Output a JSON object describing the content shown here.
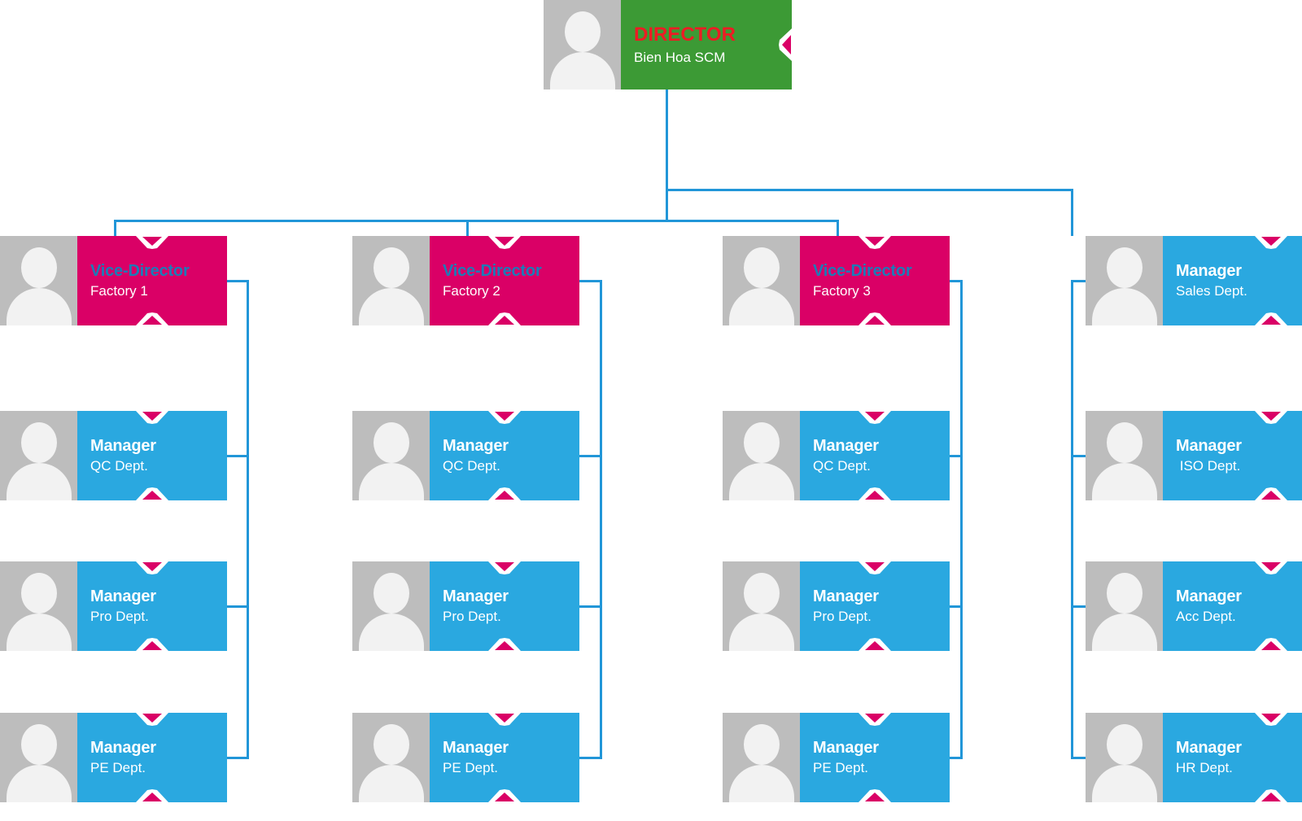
{
  "chart_data": {
    "type": "diagram",
    "diagram_kind": "organizational-chart",
    "title": "Bien Hoa SCM Organization Chart",
    "colors": {
      "director_box": "#3c9a35",
      "director_title": "#ed1c24",
      "vice_director_box": "#da0066",
      "vice_director_title": "#1b7cb8",
      "manager_box": "#2aa8e0",
      "manager_title": "#ffffff",
      "avatar": "#bdbdbd",
      "connector": "#2196d8",
      "marker": "#da0066"
    },
    "levels": [
      "Director",
      "Vice-Director / Manager",
      "Manager"
    ]
  },
  "root": {
    "title": "DIRECTOR",
    "subtitle": "Bien Hoa SCM",
    "style": "green"
  },
  "columns": [
    {
      "id": "factory-1",
      "head": {
        "title": "Vice-Director",
        "subtitle": "Factory 1",
        "style": "pink"
      },
      "children": [
        {
          "title": "Manager",
          "subtitle": "QC Dept.",
          "style": "blue"
        },
        {
          "title": "Manager",
          "subtitle": "Pro Dept.",
          "style": "blue"
        },
        {
          "title": "Manager",
          "subtitle": "PE Dept.",
          "style": "blue"
        }
      ]
    },
    {
      "id": "factory-2",
      "head": {
        "title": "Vice-Director",
        "subtitle": "Factory 2",
        "style": "pink"
      },
      "children": [
        {
          "title": "Manager",
          "subtitle": "QC Dept.",
          "style": "blue"
        },
        {
          "title": "Manager",
          "subtitle": "Pro Dept.",
          "style": "blue"
        },
        {
          "title": "Manager",
          "subtitle": "PE Dept.",
          "style": "blue"
        }
      ]
    },
    {
      "id": "factory-3",
      "head": {
        "title": "Vice-Director",
        "subtitle": "Factory 3",
        "style": "pink"
      },
      "children": [
        {
          "title": "Manager",
          "subtitle": "QC Dept.",
          "style": "blue"
        },
        {
          "title": "Manager",
          "subtitle": "Pro Dept.",
          "style": "blue"
        },
        {
          "title": "Manager",
          "subtitle": "PE Dept.",
          "style": "blue"
        }
      ]
    },
    {
      "id": "staff-departments",
      "head": {
        "title": "Manager",
        "subtitle": "Sales Dept.",
        "style": "blue"
      },
      "children": [
        {
          "title": "Manager",
          "subtitle": " ISO Dept.",
          "style": "blue"
        },
        {
          "title": "Manager",
          "subtitle": "Acc Dept.",
          "style": "blue"
        },
        {
          "title": "Manager",
          "subtitle": "HR Dept.",
          "style": "blue"
        }
      ]
    }
  ]
}
